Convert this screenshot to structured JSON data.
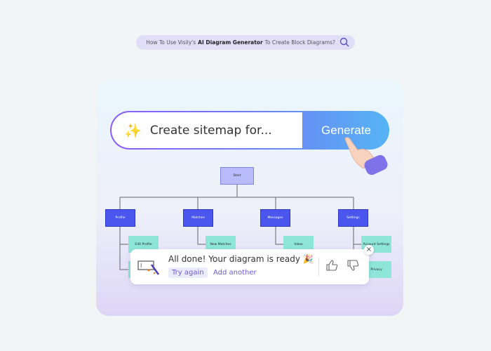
{
  "search": {
    "prefix": "How To Use Visily's",
    "bold": "AI Diagram Generator",
    "suffix": "To Create Block Diagrams?",
    "icon": "search-icon"
  },
  "prompt": {
    "value": "Create sitemap for...",
    "button": "Generate",
    "icon": "sparkles-icon"
  },
  "diagram": {
    "root": "Start",
    "children": [
      {
        "label": "Profile",
        "sub": [
          "Edit Profile",
          ""
        ]
      },
      {
        "label": "Matches",
        "sub": [
          "New Matches"
        ]
      },
      {
        "label": "Messages",
        "sub": [
          "Inbox"
        ]
      },
      {
        "label": "Settings",
        "sub": [
          "Account Settings",
          "Privacy"
        ]
      }
    ]
  },
  "toast": {
    "message": "All done! Your diagram is ready 🎉",
    "try_again": "Try again",
    "add_another": "Add another",
    "close": "×"
  },
  "colors": {
    "accent": "#8b5cf6",
    "node_blue": "#4a56ee",
    "node_teal": "#8ee6d8"
  }
}
